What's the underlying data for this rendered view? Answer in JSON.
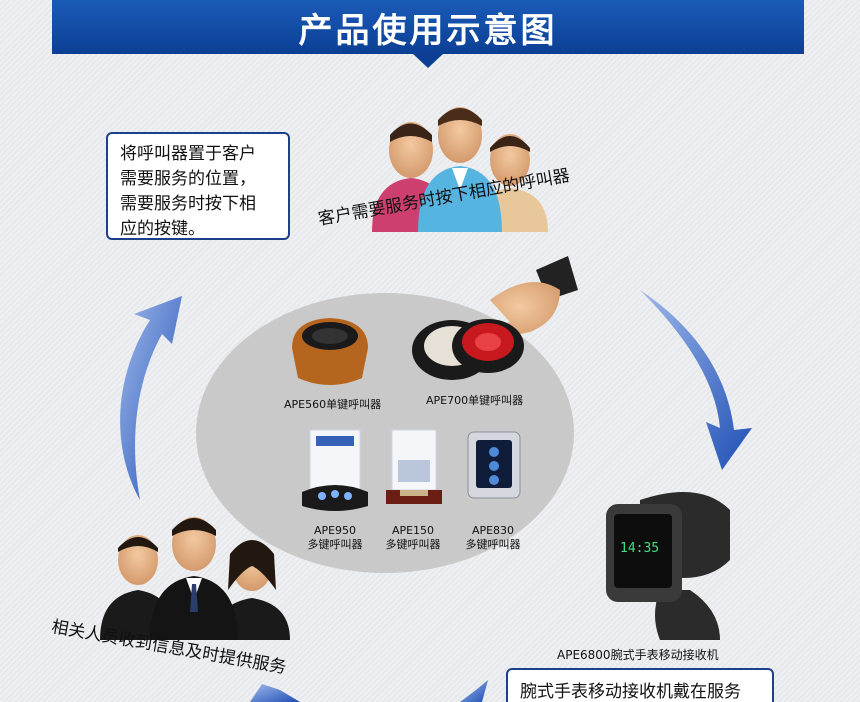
{
  "header": {
    "title": "产品使用示意图"
  },
  "notes": {
    "top_left": [
      "将呼叫器置于客户",
      "需要服务的位置，",
      "需要服务时按下相",
      "应的按键。"
    ],
    "bottom_right": "腕式手表移动接收机戴在服务"
  },
  "captions": {
    "customers": "客户需要服务时按下相应的呼叫器",
    "staff": "相关人员收到信息及时提供服务",
    "watch": "APE6800腕式手表移动接收机"
  },
  "products": {
    "ape560": "APE560单键呼叫器",
    "ape700": "APE700单键呼叫器",
    "ape950": {
      "model": "APE950",
      "type": "多键呼叫器"
    },
    "ape150": {
      "model": "APE150",
      "type": "多键呼叫器"
    },
    "ape830": {
      "model": "APE830",
      "type": "多键呼叫器"
    }
  },
  "watch_display": {
    "time": "14:35"
  },
  "colors": {
    "banner": "#0c3f94",
    "arrow": "#2d5fc4",
    "note_border": "#1d3f8c"
  }
}
